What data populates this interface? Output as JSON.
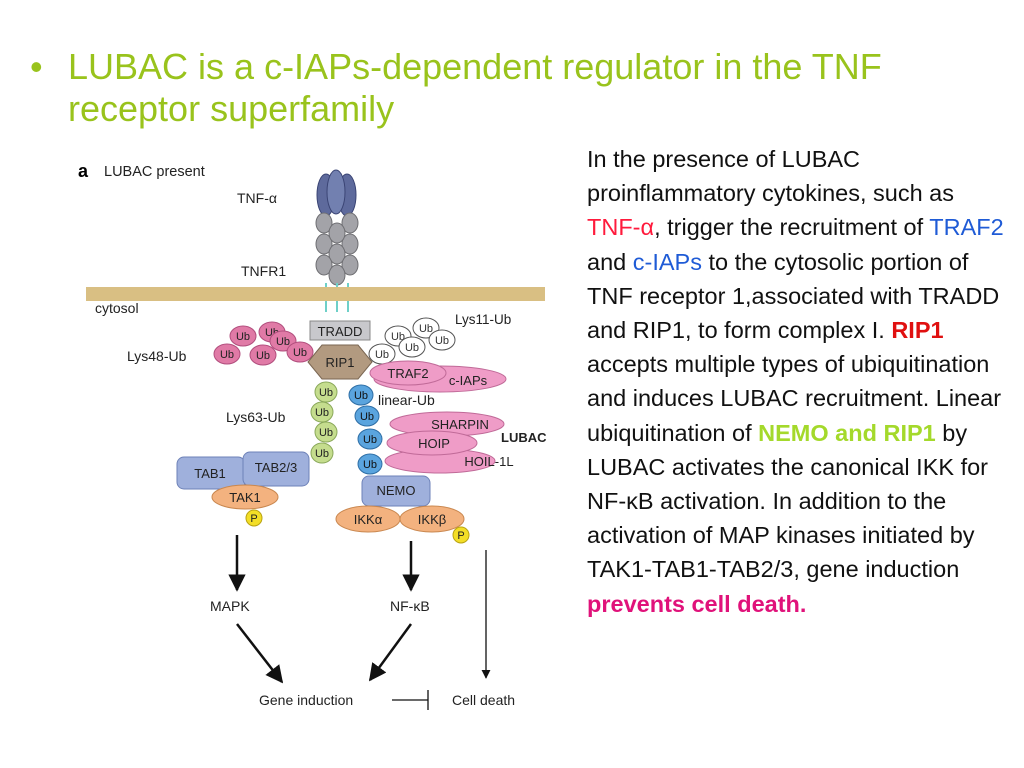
{
  "title": {
    "bullet": "•",
    "text": "LUBAC is a c-IAPs-dependent regulator in the TNF receptor superfamily"
  },
  "diagram": {
    "panel_letter": "a",
    "panel_title": "LUBAC present",
    "labels": {
      "tnf_alpha": "TNF-α",
      "tnfr1": "TNFR1",
      "cytosol": "cytosol",
      "lys11": "Lys11-Ub",
      "lys48": "Lys48-Ub",
      "lys63": "Lys63-Ub",
      "linear": "linear-Ub",
      "lubac": "LUBAC",
      "mapk": "MAPK",
      "nfkb": "NF-κB",
      "gene_induction": "Gene induction",
      "cell_death": "Cell death"
    },
    "proteins": {
      "tradd": "TRADD",
      "rip1": "RIP1",
      "traf2": "TRAF2",
      "ciaps": "c-IAPs",
      "sharpin": "SHARPIN",
      "hoip": "HOIP",
      "hoil": "HOIL-1L",
      "tab1": "TAB1",
      "tab23": "TAB2/3",
      "tak1": "TAK1",
      "nemo": "NEMO",
      "ikka": "IKKα",
      "ikkb": "IKKβ",
      "phospho": "P",
      "ub": "Ub"
    }
  },
  "paragraph": {
    "p1": "In the presence of LUBAC proinflammatory cytokines, such as ",
    "tnf": "TNF-α",
    "p2": ", trigger the recruitment of ",
    "traf2": "TRAF2",
    "p3": " and ",
    "ciaps": "c-IAPs",
    "p4": " to the cytosolic portion of TNF receptor 1,associated with TRADD and RIP1, to form complex I. ",
    "rip1": "RIP1",
    "p5": " accepts multiple types of ubiquitination and induces LUBAC recruitment. Linear ubiquitination of ",
    "nemo_rip1": "NEMO and RIP1",
    "p6": " by LUBAC activates the canonical IKK for NF-κB activation. In addition to the activation of MAP kinases initiated by TAK1-TAB1-TAB2/3, gene induction ",
    "prevents": "prevents cell death."
  },
  "colors": {
    "title_green": "#99c31c",
    "membrane": "#d9bf83",
    "ub_pink": "#e07aa6",
    "ub_green": "#c5dd8e",
    "ub_blue": "#5aa4de",
    "lubac_pink": "#ef9cc7",
    "tab_blue": "#9fb0dc",
    "orange": "#f3b27f",
    "phospho_yellow": "#f3de27"
  }
}
